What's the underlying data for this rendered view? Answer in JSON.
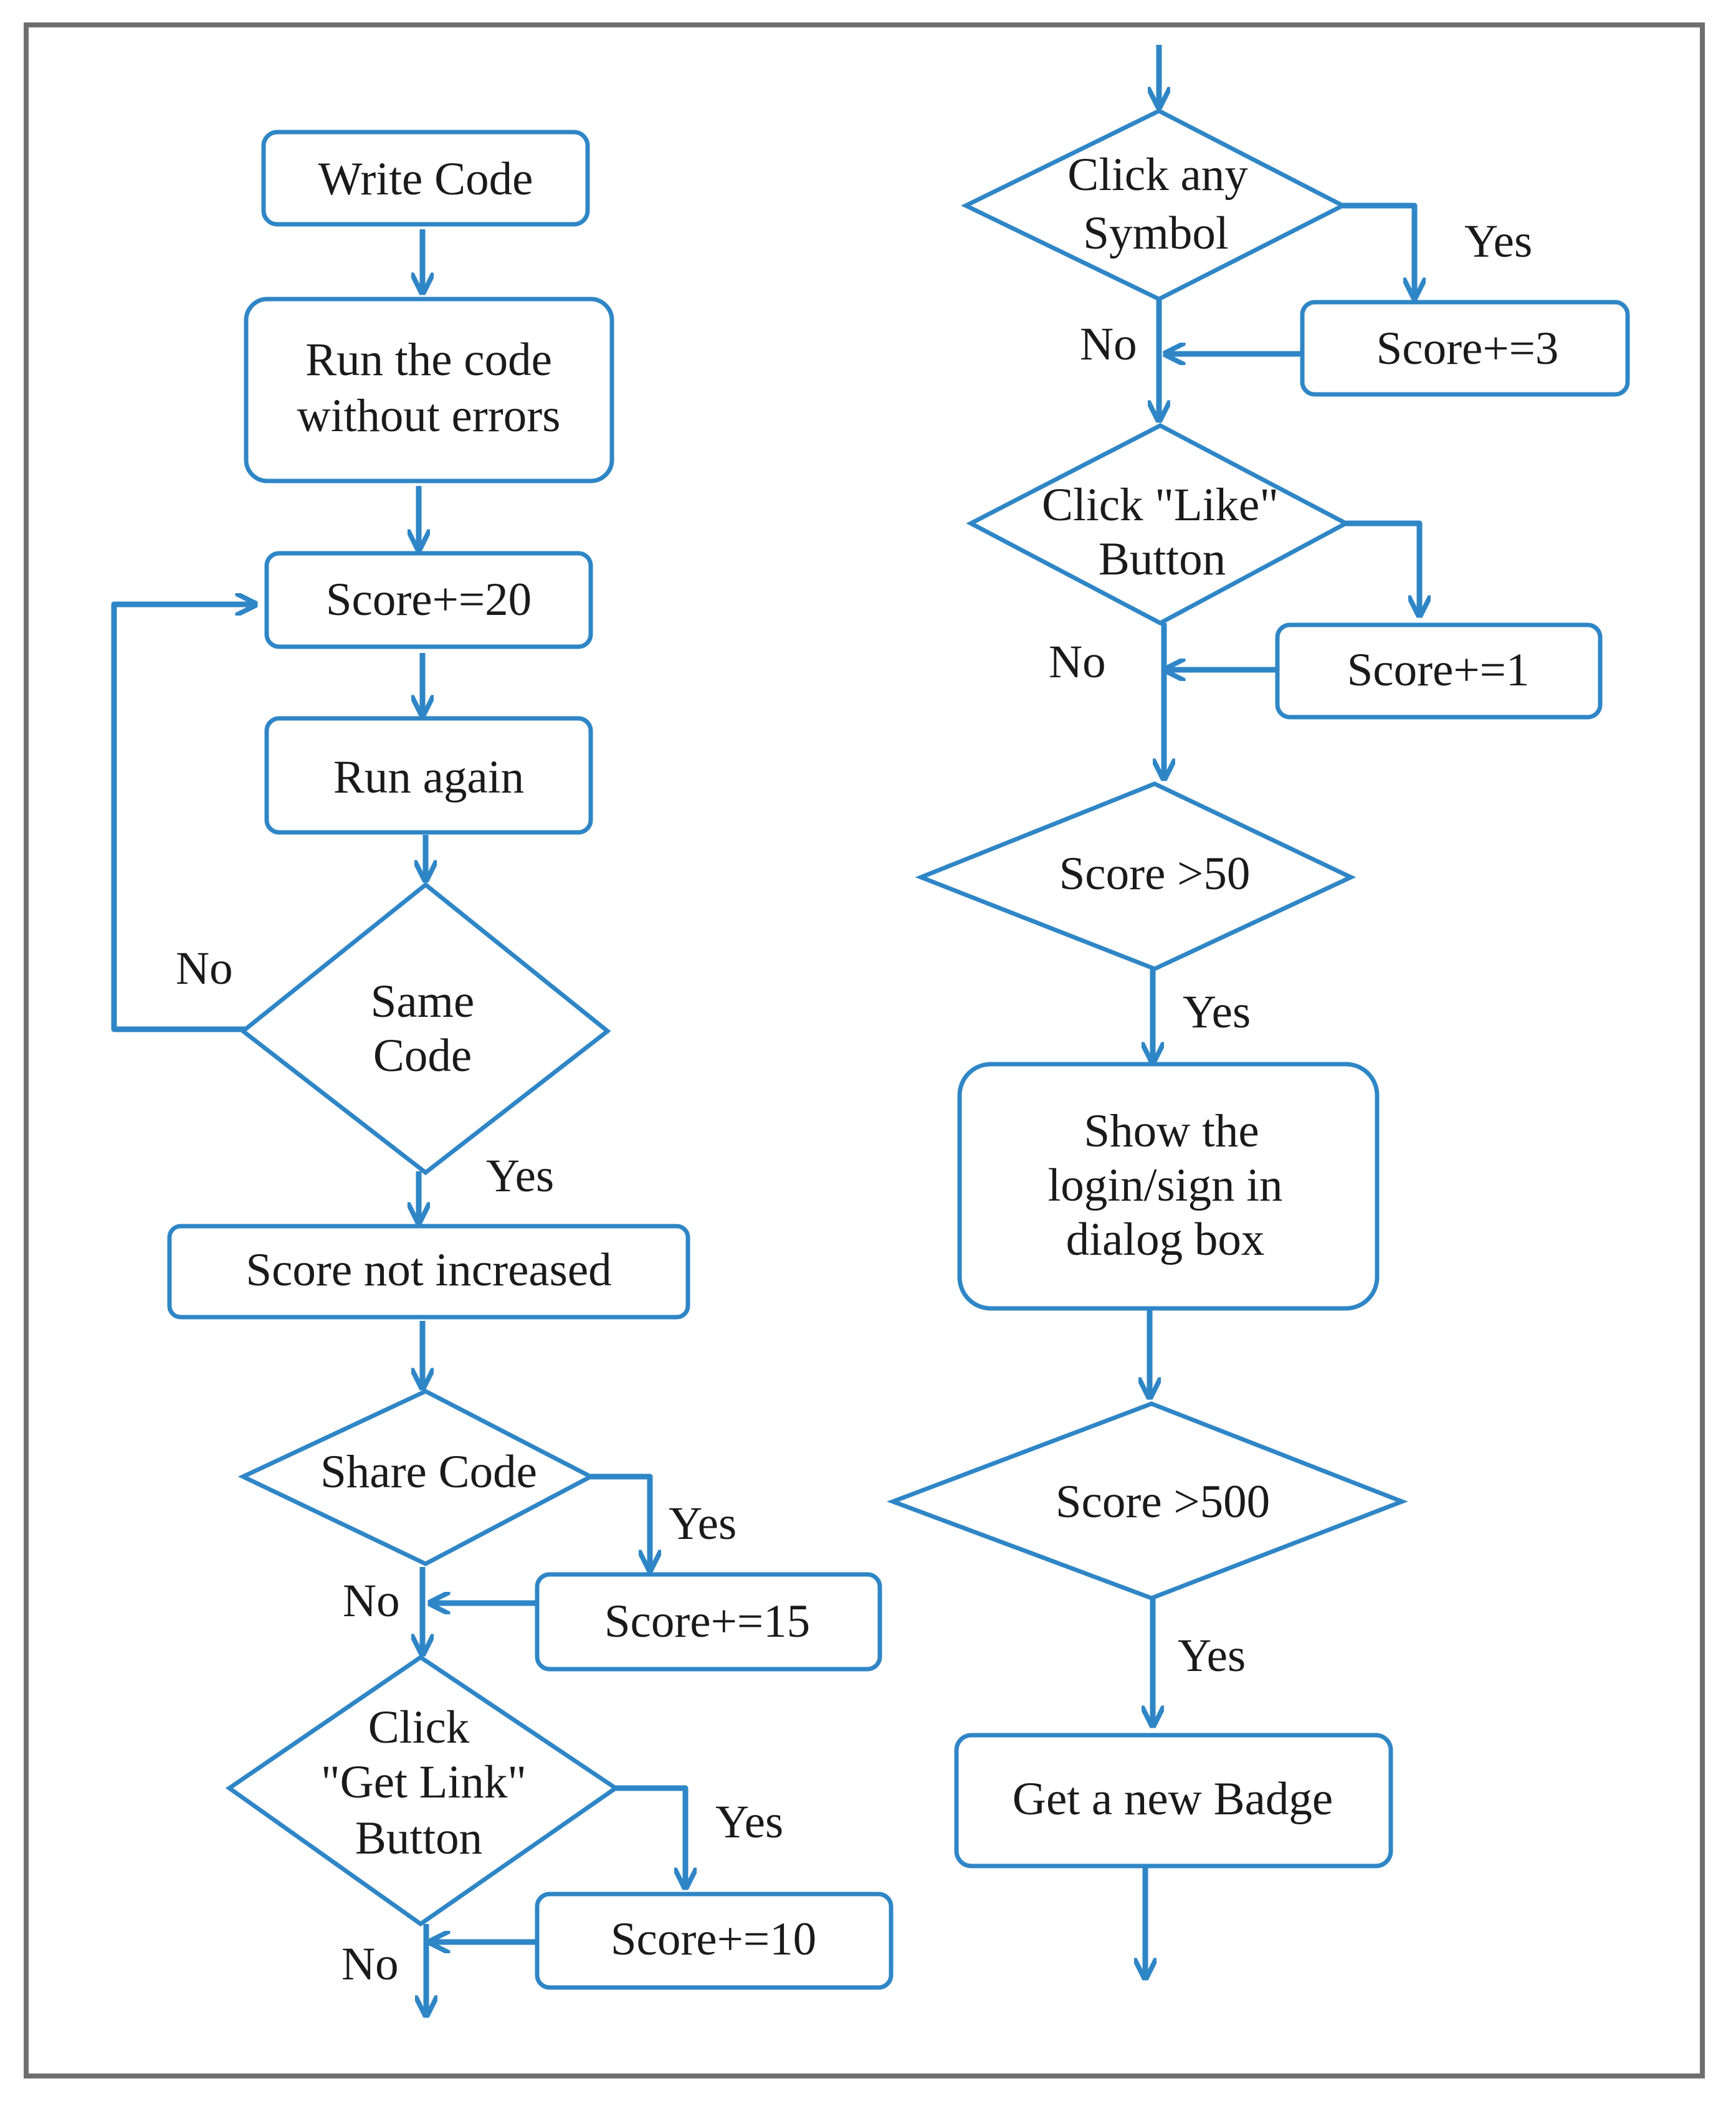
{
  "colors": {
    "stroke": "#2f86c6",
    "frame": "#6e6e6e",
    "text": "#1a1a1a"
  },
  "left": {
    "write_code": "Write Code",
    "run_code": [
      "Run the code",
      "without errors"
    ],
    "score_20": "Score+=20",
    "run_again": "Run again",
    "same_code": [
      "Same",
      "Code"
    ],
    "same_code_no": "No",
    "same_code_yes": "Yes",
    "score_not_increased": "Score not increased",
    "share_code": "Share Code",
    "share_code_yes": "Yes",
    "share_code_no": "No",
    "score_15": "Score+=15",
    "get_link": [
      "Click",
      "\"Get Link\"",
      "Button"
    ],
    "get_link_yes": "Yes",
    "get_link_no": "No",
    "score_10": "Score+=10"
  },
  "right": {
    "click_symbol": [
      "Click  any",
      "Symbol"
    ],
    "click_symbol_yes": "Yes",
    "click_symbol_no": "No",
    "score_3": "Score+=3",
    "click_like": [
      "Click  \"Like\"",
      "Button"
    ],
    "click_like_no": "No",
    "score_1": "Score+=1",
    "score_50": "Score >50",
    "score_50_yes": "Yes",
    "show_dialog": [
      "Show the",
      "login/sign in",
      "dialog box"
    ],
    "score_500": "Score >500",
    "score_500_yes": "Yes",
    "get_badge": "Get a new Badge"
  }
}
